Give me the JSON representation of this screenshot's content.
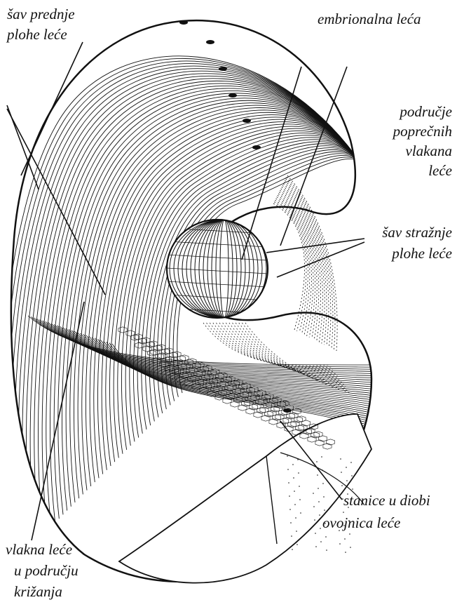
{
  "labels": {
    "anterior_suture_1": "šav prednje",
    "anterior_suture_2": "plohe leće",
    "embryonic_lens": "embrionalna leća",
    "transverse_1": "područje",
    "transverse_2": "poprečnih",
    "transverse_3": "vlakana",
    "transverse_4": "leće",
    "posterior_suture_1": "šav stražnje",
    "posterior_suture_2": "plohe leće",
    "dividing_cells": "stanice u diobi",
    "capsule": "ovojnica leće",
    "fibers_1": "vlakna leće",
    "fibers_2": "u području",
    "fibers_3": "križanja"
  },
  "colors": {
    "ink": "#111111",
    "paper": "#ffffff"
  }
}
